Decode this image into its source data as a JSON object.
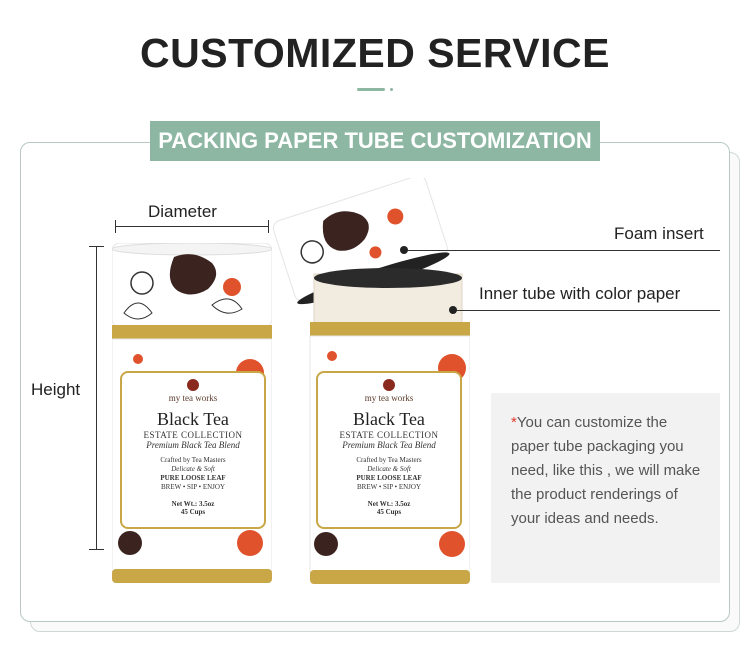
{
  "header": {
    "title": "CUSTOMIZED SERVICE",
    "banner": "PACKING PAPER TUBE CUSTOMIZATION"
  },
  "annotations": {
    "diameter": "Diameter",
    "height": "Height",
    "foam_insert": "Foam insert",
    "inner_tube": "Inner tube with color paper"
  },
  "note": {
    "star": "*",
    "text": "You can customize the paper tube packaging you need, like this , we will make the product renderings of your ideas and needs."
  },
  "product_label": {
    "brand": "my tea works",
    "name": "Black Tea",
    "collection": "ESTATE COLLECTION",
    "blend": "Premium Black Tea Blend",
    "crafted": "Crafted by Tea Masters",
    "quality": "Delicate & Soft",
    "leaf": "PURE LOOSE LEAF",
    "steps": "BREW • SIP • ENJOY",
    "weight": "Net Wt.: 3.5oz",
    "cups": "45 Cups"
  },
  "colors": {
    "accent_green": "#8db7a3",
    "title_text": "#222222",
    "gold": "#c9a646",
    "red_floral": "#e0522c",
    "dark_brown": "#3b2320",
    "star_red": "#e03b2e"
  }
}
